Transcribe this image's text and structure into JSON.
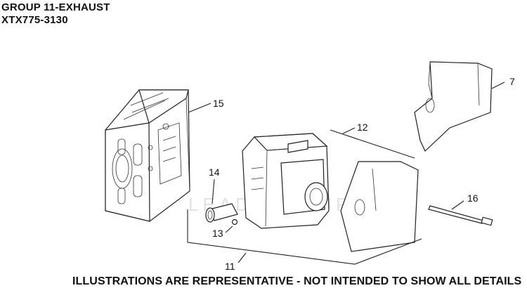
{
  "header": {
    "group_title": "GROUP 11-EXHAUST",
    "model_number": "XTX775-3130"
  },
  "footer": {
    "disclaimer": "ILLUSTRATIONS ARE REPRESENTATIVE - NOT INTENDED TO SHOW ALL DETAILS"
  },
  "callouts": {
    "c7": "7",
    "c11": "11",
    "c12": "12",
    "c13": "13",
    "c14": "14",
    "c15": "15",
    "c16": "16"
  },
  "watermark": "LEADVENTURE"
}
